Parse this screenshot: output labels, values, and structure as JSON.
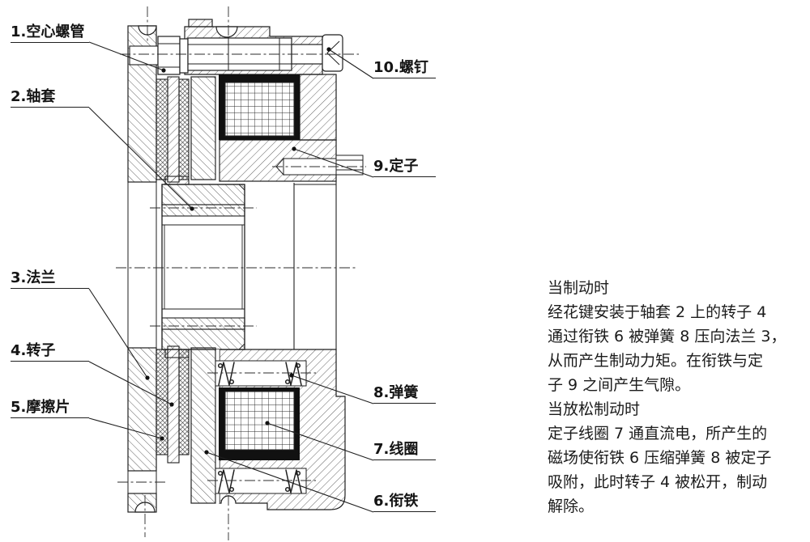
{
  "figure": "electromagnetic-brake-cross-section",
  "colors": {
    "line": "#1f1f1f",
    "background": "#ffffff",
    "coil_frame": "#111111"
  },
  "part_labels": {
    "hollow_screw_tube": "1.空心螺管",
    "shaft_sleeve": "2.轴套",
    "flange": "3.法兰",
    "rotor": "4.转子",
    "friction_plate": "5.摩擦片",
    "screw": "10.螺钉",
    "stator": "9.定子",
    "spring": "8.弹簧",
    "coil": "7.线圈",
    "armature": "6.衔铁"
  },
  "description": {
    "lines": [
      "当制动时",
      "经花键安装于轴套 2 上的转子 4",
      "通过衔铁 6 被弹簧 8 压向法兰 3，",
      "从而产生制动力矩。在衔铁与定",
      "子 9 之间产生气隙。",
      "当放松制动时",
      "定子线圈 7 通直流电，所产生的",
      "磁场使衔铁 6 压缩弹簧 8 被定子",
      "吸附，此时转子 4 被松开，制动",
      "解除。"
    ]
  }
}
